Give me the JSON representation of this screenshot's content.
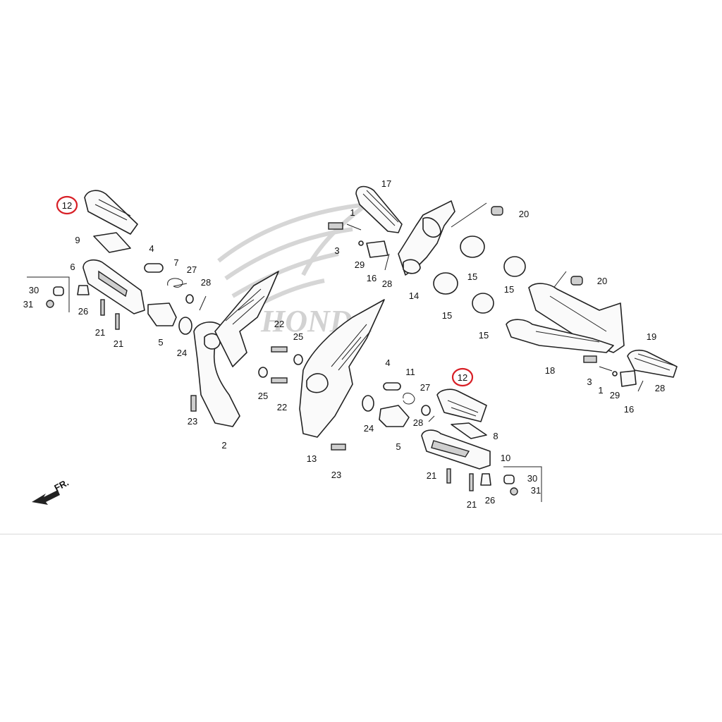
{
  "watermark": {
    "brand_text": "HONDA"
  },
  "fr_arrow_label": "FR.",
  "callouts": [
    {
      "id": "c12a",
      "text": "12",
      "highlight": true
    },
    {
      "id": "c9",
      "text": "9"
    },
    {
      "id": "c6",
      "text": "6"
    },
    {
      "id": "c30a",
      "text": "30"
    },
    {
      "id": "c31a",
      "text": "31"
    },
    {
      "id": "c26a",
      "text": "26"
    },
    {
      "id": "c21a",
      "text": "21"
    },
    {
      "id": "c21b",
      "text": "21"
    },
    {
      "id": "c4a",
      "text": "4"
    },
    {
      "id": "c7",
      "text": "7"
    },
    {
      "id": "c27a",
      "text": "27"
    },
    {
      "id": "c28a",
      "text": "28"
    },
    {
      "id": "c5a",
      "text": "5"
    },
    {
      "id": "c24a",
      "text": "24"
    },
    {
      "id": "c2",
      "text": "2"
    },
    {
      "id": "c23a",
      "text": "23"
    },
    {
      "id": "c22a",
      "text": "22"
    },
    {
      "id": "c25a",
      "text": "25"
    },
    {
      "id": "c25b",
      "text": "25"
    },
    {
      "id": "c22b",
      "text": "22"
    },
    {
      "id": "c13",
      "text": "13"
    },
    {
      "id": "c23b",
      "text": "23"
    },
    {
      "id": "c17",
      "text": "17"
    },
    {
      "id": "c1a",
      "text": "1"
    },
    {
      "id": "c3a",
      "text": "3"
    },
    {
      "id": "c29a",
      "text": "29"
    },
    {
      "id": "c16a",
      "text": "16"
    },
    {
      "id": "c28b",
      "text": "28"
    },
    {
      "id": "c14",
      "text": "14"
    },
    {
      "id": "c20a",
      "text": "20"
    },
    {
      "id": "c15a",
      "text": "15"
    },
    {
      "id": "c15b",
      "text": "15"
    },
    {
      "id": "c15c",
      "text": "15"
    },
    {
      "id": "c15d",
      "text": "15"
    },
    {
      "id": "c20b",
      "text": "20"
    },
    {
      "id": "c19",
      "text": "19"
    },
    {
      "id": "c18",
      "text": "18"
    },
    {
      "id": "c3b",
      "text": "3"
    },
    {
      "id": "c1b",
      "text": "1"
    },
    {
      "id": "c29b",
      "text": "29"
    },
    {
      "id": "c16b",
      "text": "16"
    },
    {
      "id": "c28c",
      "text": "28"
    },
    {
      "id": "c4b",
      "text": "4"
    },
    {
      "id": "c11",
      "text": "11"
    },
    {
      "id": "c27b",
      "text": "27"
    },
    {
      "id": "c12b",
      "text": "12",
      "highlight": true
    },
    {
      "id": "c24b",
      "text": "24"
    },
    {
      "id": "c28d",
      "text": "28"
    },
    {
      "id": "c8",
      "text": "8"
    },
    {
      "id": "c5b",
      "text": "5"
    },
    {
      "id": "c10",
      "text": "10"
    },
    {
      "id": "c30b",
      "text": "30"
    },
    {
      "id": "c31b",
      "text": "31"
    },
    {
      "id": "c21c",
      "text": "21"
    },
    {
      "id": "c21d",
      "text": "21"
    },
    {
      "id": "c26b",
      "text": "26"
    }
  ]
}
